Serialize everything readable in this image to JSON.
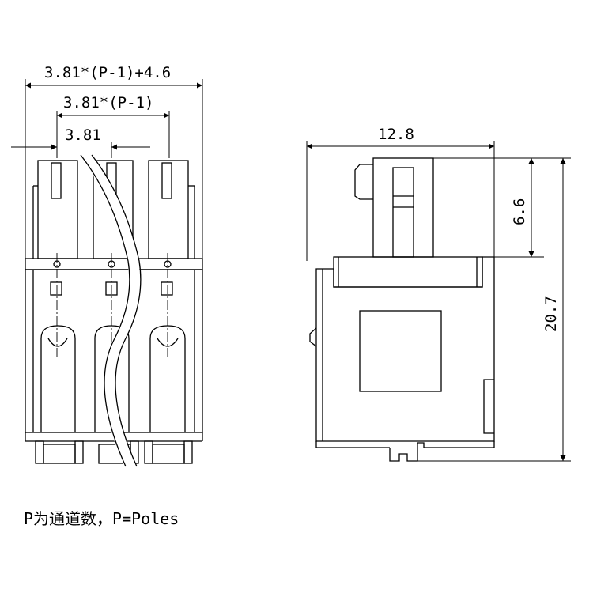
{
  "front_view": {
    "dim_overall": "3.81*(P-1)+4.6",
    "dim_span": "3.81*(P-1)",
    "dim_pitch": "3.81"
  },
  "side_view": {
    "dim_width": "12.8",
    "dim_upper_height": "6.6",
    "dim_total_height": "20.7"
  },
  "note": "P为通道数，P=Poles"
}
